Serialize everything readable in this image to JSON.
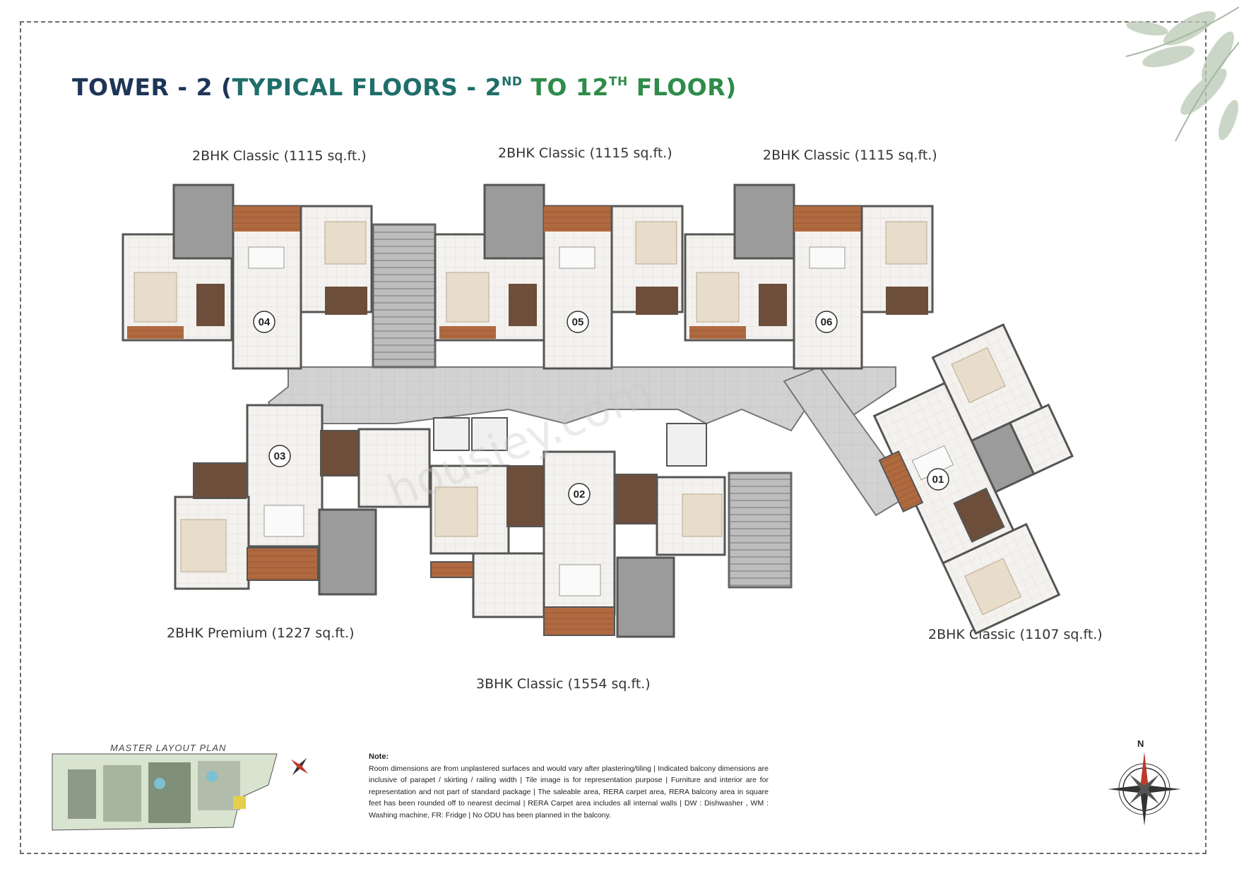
{
  "title": {
    "part1": "TOWER - 2 (",
    "part2": "TYPICAL FLOORS - 2",
    "sup1": "ND",
    "part3": " TO 12",
    "sup2": "TH",
    "part4": " FLOOR)"
  },
  "units": {
    "u04": {
      "number": "04",
      "label": "2BHK Classic (1115 sq.ft.)"
    },
    "u05": {
      "number": "05",
      "label": "2BHK Classic (1115 sq.ft.)"
    },
    "u06": {
      "number": "06",
      "label": "2BHK Classic (1115 sq.ft.)"
    },
    "u03": {
      "number": "03",
      "label": "2BHK Premium (1227 sq.ft.)"
    },
    "u02": {
      "number": "02",
      "label": "3BHK Classic (1554 sq.ft.)"
    },
    "u01": {
      "number": "01",
      "label": "2BHK Classic (1107 sq.ft.)"
    }
  },
  "watermark": "housiey.com",
  "master_layout": {
    "title": "MASTER LAYOUT PLAN"
  },
  "note": {
    "title": "Note:",
    "text": "Room dimensions are from unplastered surfaces and would vary after plastering/tiling  |  Indicated balcony dimensions are inclusive of parapet / skirting / railing width  |  Tile image is for representation purpose  |  Furniture and interior are for representation and not part of standard package  |  The saleable area, RERA carpet area, RERA balcony area in square feet has been rounded off to nearest decimal  |  RERA Carpet area includes all internal walls  |  DW : Dishwasher , WM : Washing machine, FR: Fridge  |  No ODU has been planned in the balcony."
  },
  "compass": {
    "north_label": "N"
  },
  "colors": {
    "title_dark": "#1d3557",
    "title_teal": "#1f6e6a",
    "title_green": "#2f8b4a",
    "balcony": "#b0653c",
    "corridor": "#cfcfcf",
    "kitchen": "#9b9b9b",
    "toilet": "#6d4e3a"
  }
}
